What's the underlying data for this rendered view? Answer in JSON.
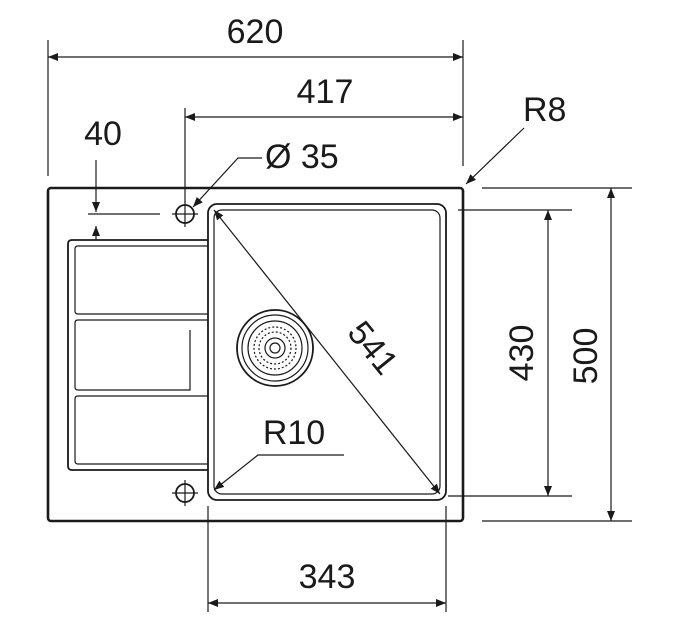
{
  "labels": {
    "overall_width": "620",
    "bowl_offset_width": "417",
    "corner_radius_outer": "R8",
    "hole_offset": "40",
    "tap_hole_diameter": "Ø 35",
    "bowl_diagonal": "541",
    "bowl_height": "430",
    "overall_height": "500",
    "corner_radius_bowl": "R10",
    "bowl_width": "343"
  },
  "colors": {
    "line": "#1a1a1a",
    "background": "#ffffff"
  }
}
